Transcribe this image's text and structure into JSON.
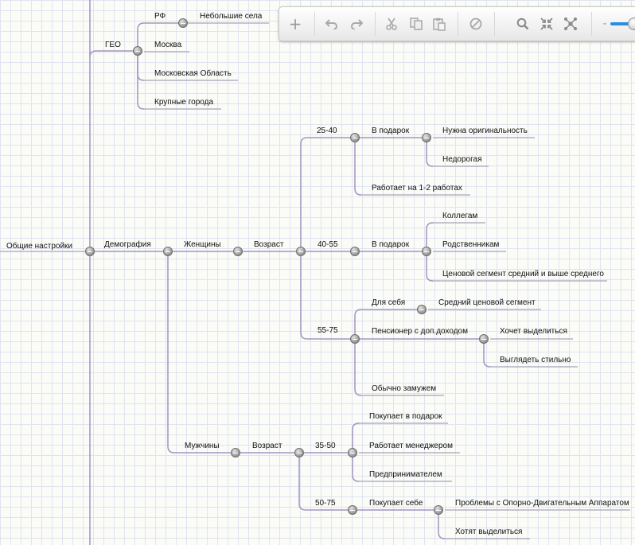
{
  "mindmap": {
    "root": "Общие настройки",
    "geo": {
      "label": "ГЕО",
      "rf": "РФ",
      "small_villages": "Небольшие села",
      "moscow": "Москва",
      "moscow_region": "Московская Область",
      "big_cities": "Крупные города"
    },
    "demography": "Демография",
    "women": {
      "label": "Женщины",
      "age": "Возраст",
      "a25_40": {
        "label": "25-40",
        "gift": "В подарок",
        "originality": "Нужна оригинальность",
        "cheap": "Недорогая",
        "works": "Работает на 1-2 работах"
      },
      "a40_55": {
        "label": "40-55",
        "gift": "В подарок",
        "colleagues": "Коллегам",
        "relatives": "Родственникам",
        "price_segment": "Ценовой сегмент средний и выше среднего"
      },
      "a55_75": {
        "label": "55-75",
        "for_self": "Для себя",
        "mid_price": "Средний ценовой сегмент",
        "pensioner": "Пенсионер с доп.доходом",
        "stand_out": "Хочет выделиться",
        "stylish": "Выглядеть стильно",
        "married": "Обычно замужем"
      }
    },
    "men": {
      "label": "Мужчины",
      "age": "Возраст",
      "a35_50": {
        "label": "35-50",
        "buys_gift": "Покупает в подарок",
        "manager": "Работает менеджером",
        "entrepreneur": "Предпринимателем"
      },
      "a50_75": {
        "label": "50-75",
        "buys_self": "Покупает себе",
        "musculoskeletal": "Проблемы с Опорно-Двигательным Аппаратом",
        "stand_out": "Хотят выделиться"
      }
    }
  },
  "toolbar": {
    "add": "+",
    "zoom_minus": "-",
    "icons": [
      "plus-icon",
      "undo-icon",
      "redo-icon",
      "cut-icon",
      "copy-icon",
      "paste-icon",
      "forbid-icon",
      "search-icon",
      "collapse-icon",
      "network-icon",
      "zoom-slider"
    ]
  },
  "colors": {
    "branch_line": "#a395c3",
    "node_underline": "#a9a4b6",
    "slider_accent": "#2a8ee0"
  }
}
